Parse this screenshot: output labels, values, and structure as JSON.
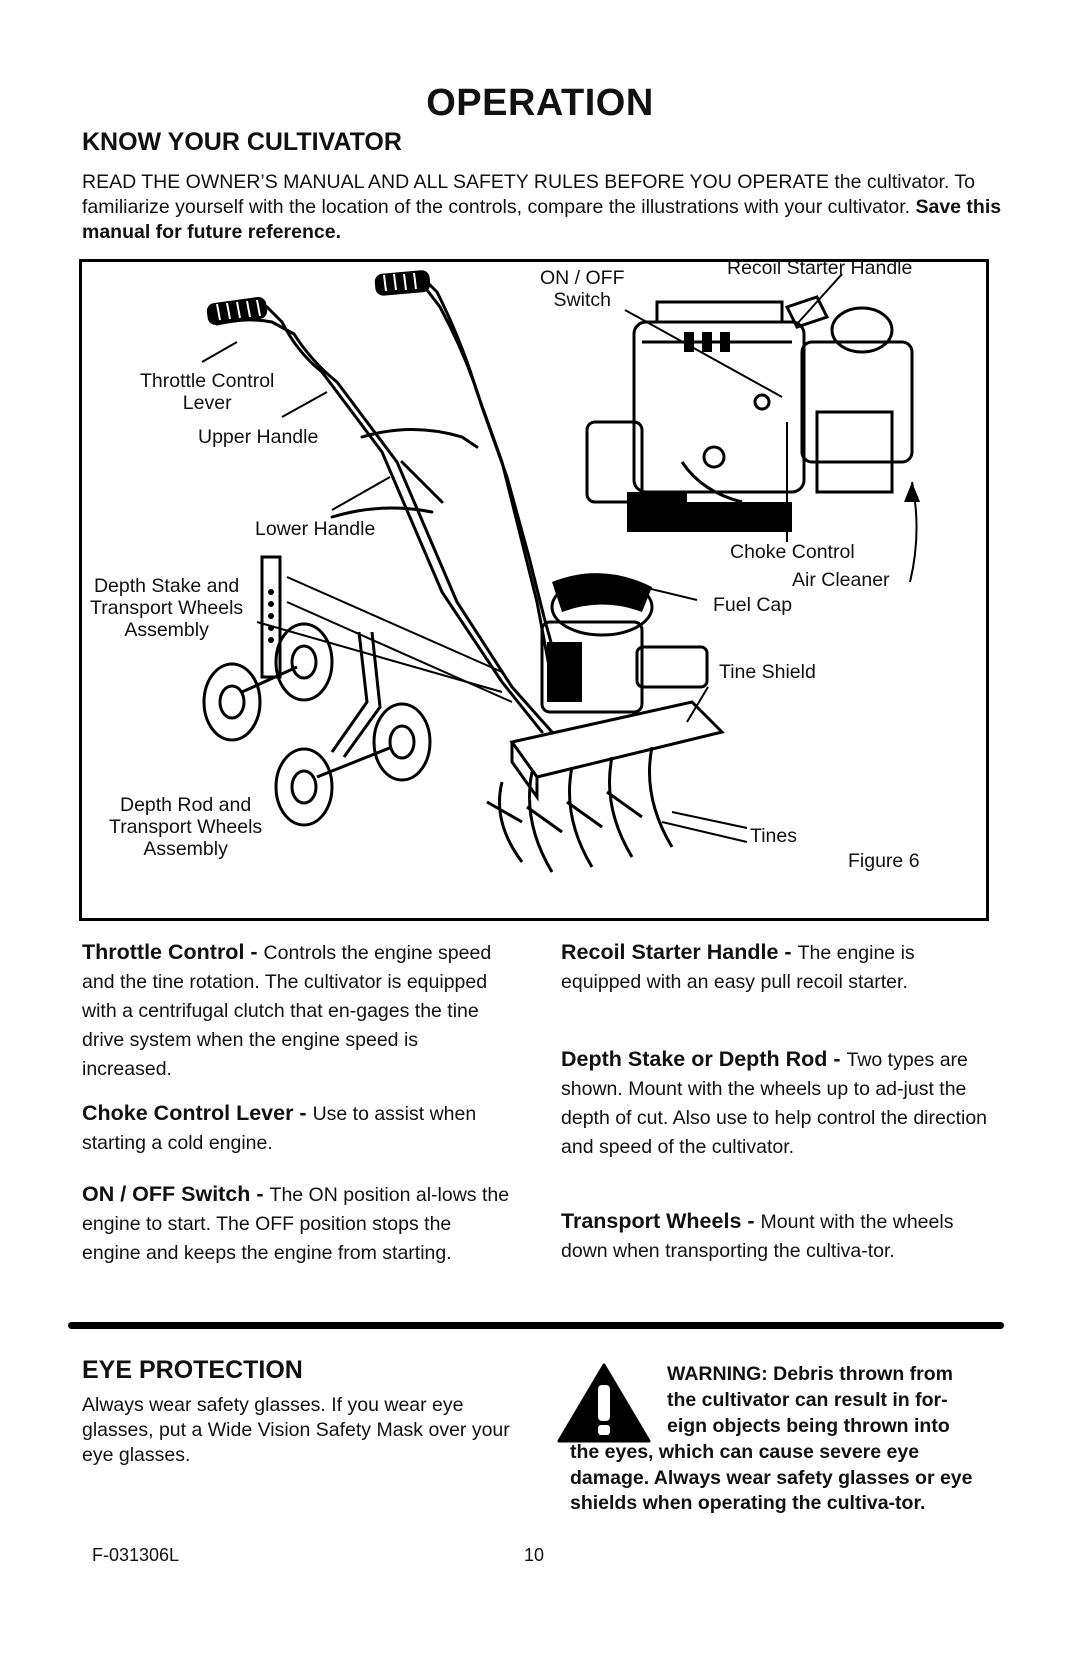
{
  "page_title": "OPERATION",
  "know": {
    "title": "KNOW YOUR CULTIVATOR",
    "intro_text": "READ THE OWNER’S MANUAL AND ALL SAFETY RULES BEFORE YOU OPERATE the cultivator. To familiarize yourself with the location of the controls, compare the illustrations with your cultivator.",
    "intro_bold": "Save this manual for future reference."
  },
  "figure": {
    "caption": "Figure 6",
    "labels": {
      "on_off_1": "ON / OFF",
      "on_off_2": "Switch",
      "recoil_starter": "Recoil Starter Handle",
      "throttle_1": "Throttle Control",
      "throttle_2": "Lever",
      "upper_handle": "Upper Handle",
      "lower_handle": "Lower Handle",
      "choke_control": "Choke Control",
      "air_cleaner": "Air Cleaner",
      "fuel_cap": "Fuel Cap",
      "depth_stake_1": "Depth Stake and",
      "depth_stake_2": "Transport Wheels",
      "depth_stake_3": "Assembly",
      "tine_shield": "Tine Shield",
      "depth_rod_1": "Depth Rod and",
      "depth_rod_2": "Transport Wheels",
      "depth_rod_3": "Assembly",
      "tines": "Tines"
    }
  },
  "descriptions": {
    "throttle": {
      "head": "Throttle Control - ",
      "body": "Controls the engine speed and the tine rotation. The cultivator is equipped with a centrifugal clutch that en-gages the tine drive system when the engine speed is increased."
    },
    "choke": {
      "head": "Choke Control Lever - ",
      "body": "Use to assist when starting a cold engine."
    },
    "onoff": {
      "head": "ON / OFF Switch - ",
      "body": "The ON position al-lows the engine to start. The OFF position stops the engine and keeps the engine from starting."
    },
    "recoil": {
      "head": "Recoil Starter Handle - ",
      "body": "The engine is equipped with an easy pull recoil starter."
    },
    "depth": {
      "head": "Depth Stake or Depth Rod - ",
      "body": "Two types are shown. Mount with the wheels up to ad-just the depth of cut. Also use to help control the direction and speed of the cultivator."
    },
    "transport": {
      "head": "Transport Wheels - ",
      "body": "Mount with the wheels down when transporting the cultiva-tor."
    }
  },
  "eye": {
    "title": "EYE PROTECTION",
    "text": "Always wear safety glasses. If you wear eye glasses, put a Wide Vision Safety Mask over your eye glasses."
  },
  "warning": {
    "icon": "warning-triangle-icon",
    "line1": "WARNING: Debris thrown from",
    "line2": "the cultivator can result in for-",
    "line3": "eign objects being thrown into",
    "rest": "the eyes, which can cause severe eye damage. Always wear safety glasses or eye shields when operating the cultiva-tor."
  },
  "footer": {
    "doc_code": "F-031306L",
    "page_number": "10"
  }
}
